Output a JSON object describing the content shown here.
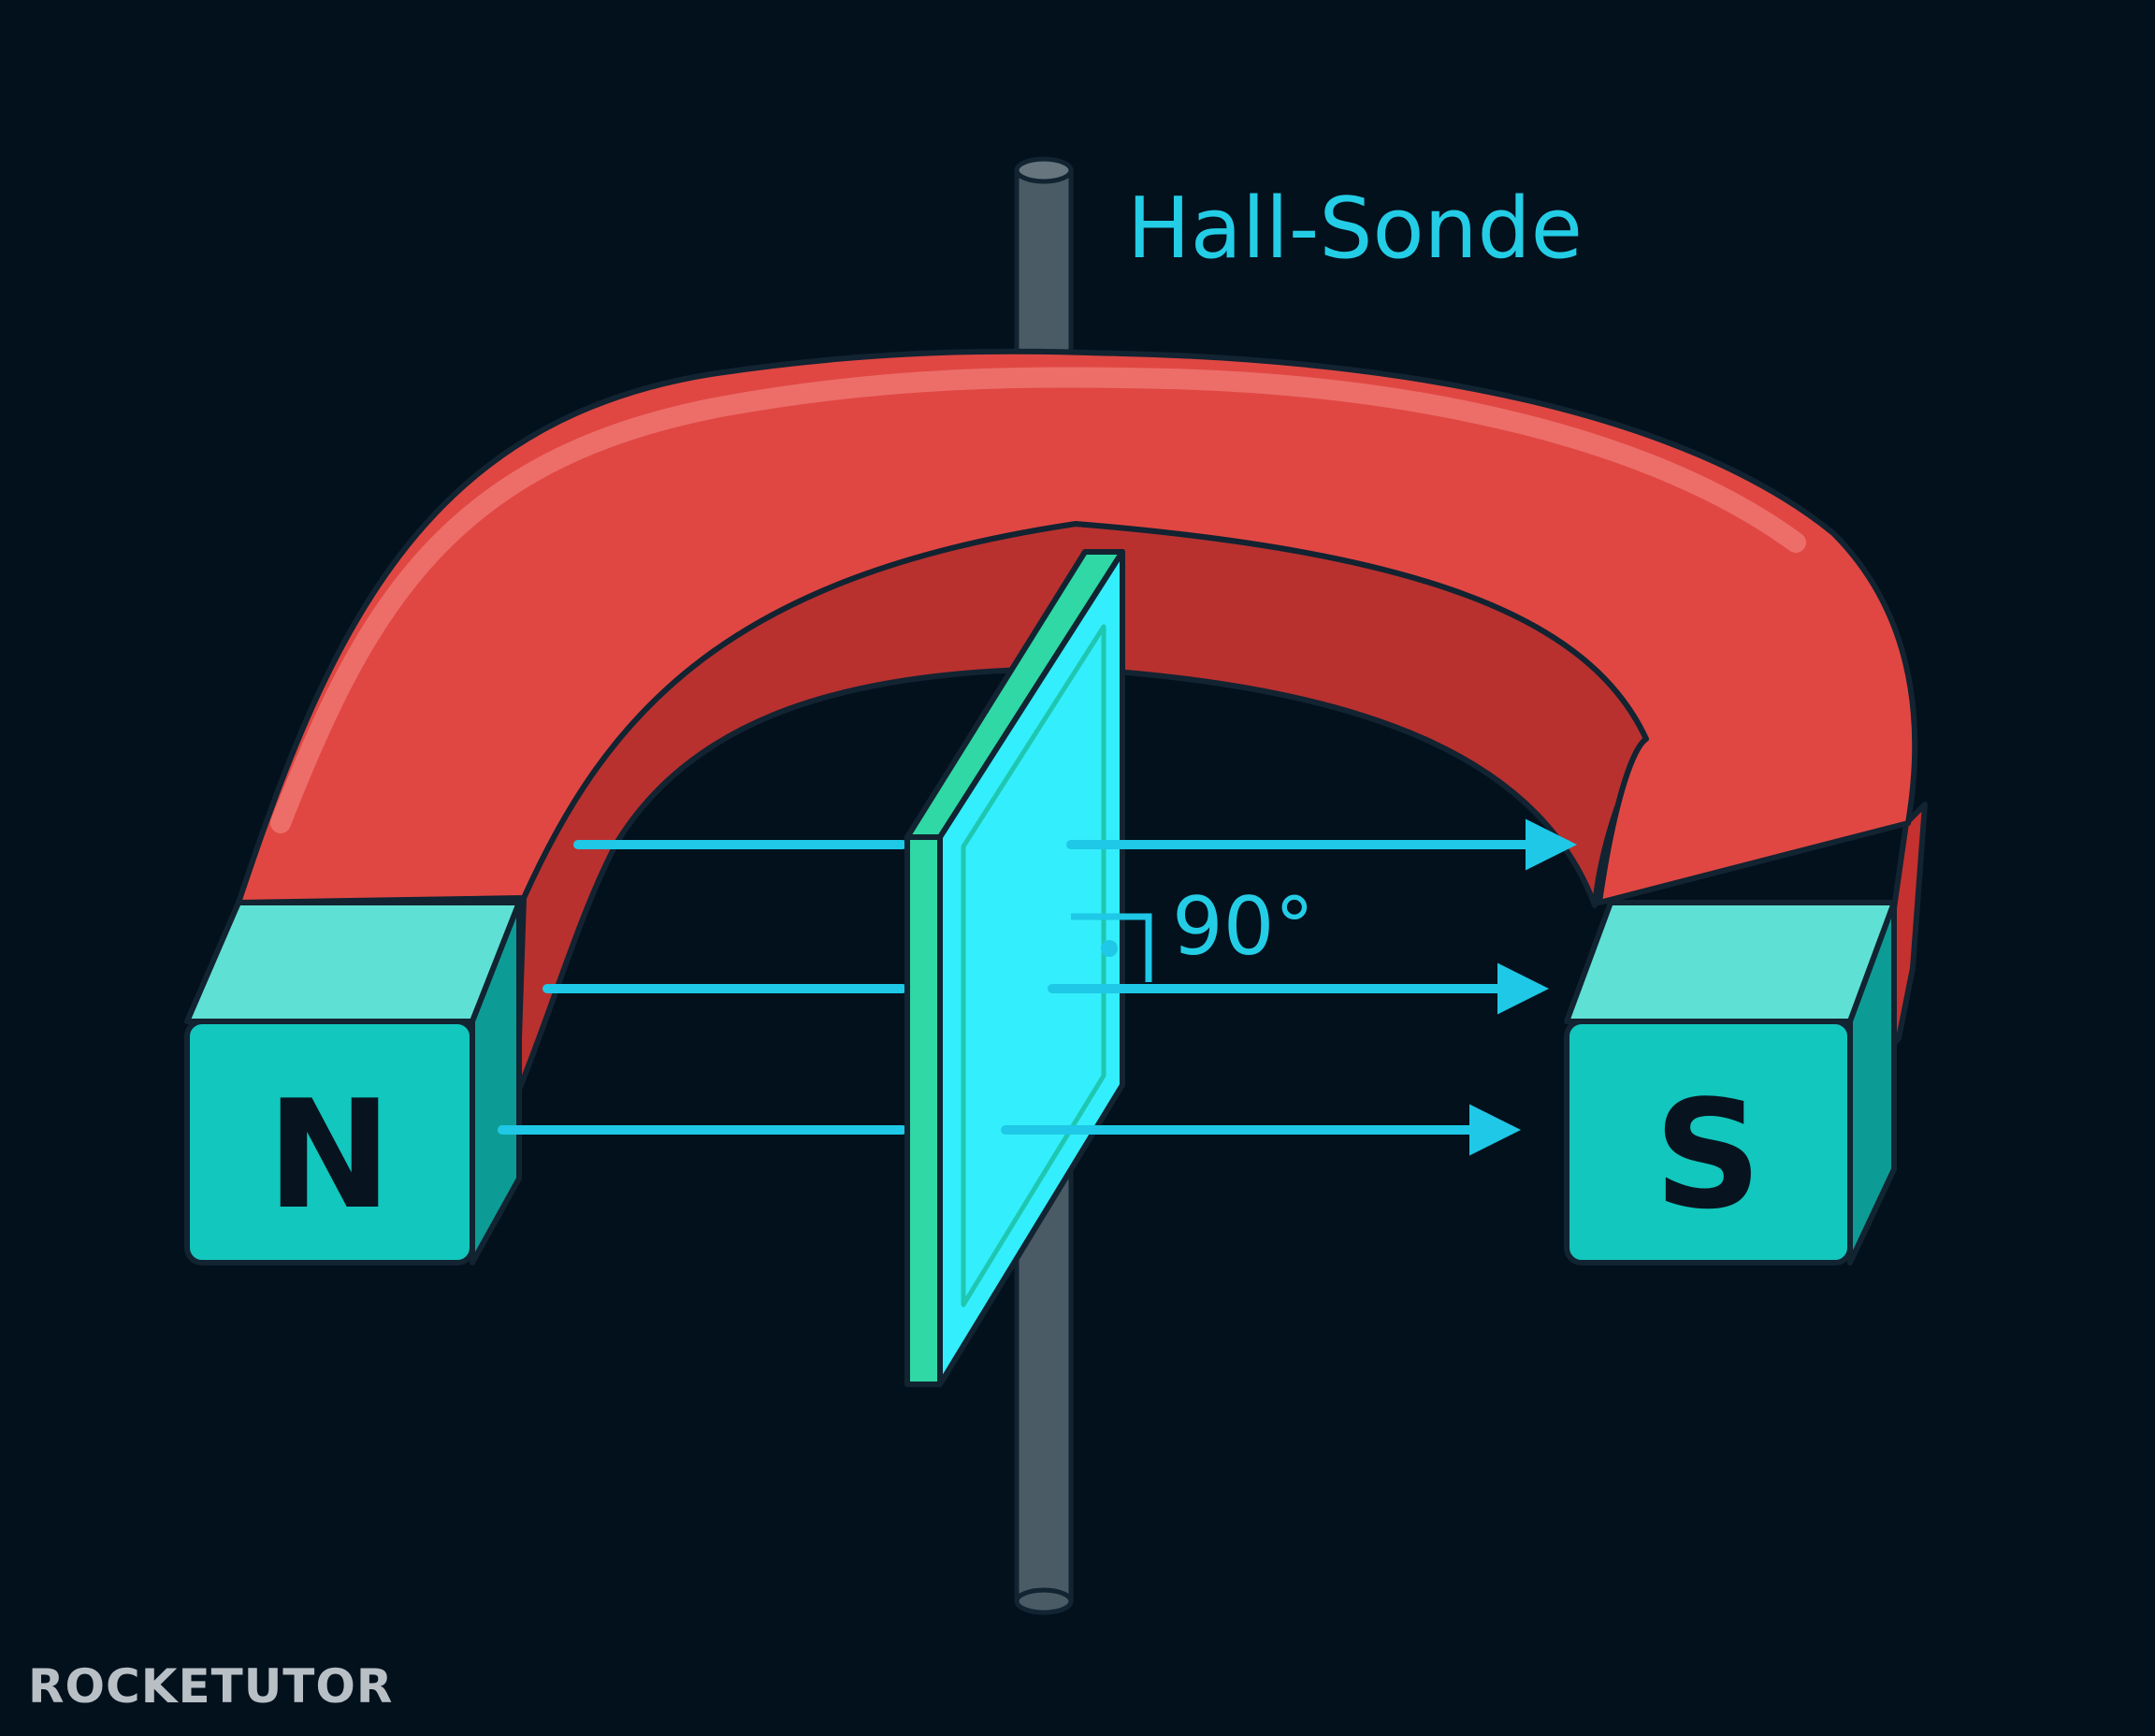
{
  "labels": {
    "probe": "Hall-Sonde",
    "north": "N",
    "south": "S",
    "angle": "90°",
    "logo": "ROCKETUTOR"
  },
  "colors": {
    "background": "#03111d",
    "magnet_red": "#e04743",
    "magnet_red_inner": "#b8312f",
    "pole_teal": "#12c7bd",
    "field_line": "#1ec8e6",
    "hall_plate": "#33eefc",
    "hall_plate_edge": "#2fd8a4",
    "rod": "#4a5b66",
    "label_cyan": "#24cde6",
    "logo_grey": "#b8c0c6"
  },
  "icons": [
    "magnet-icon",
    "arrow-right-icon",
    "right-angle-icon"
  ]
}
